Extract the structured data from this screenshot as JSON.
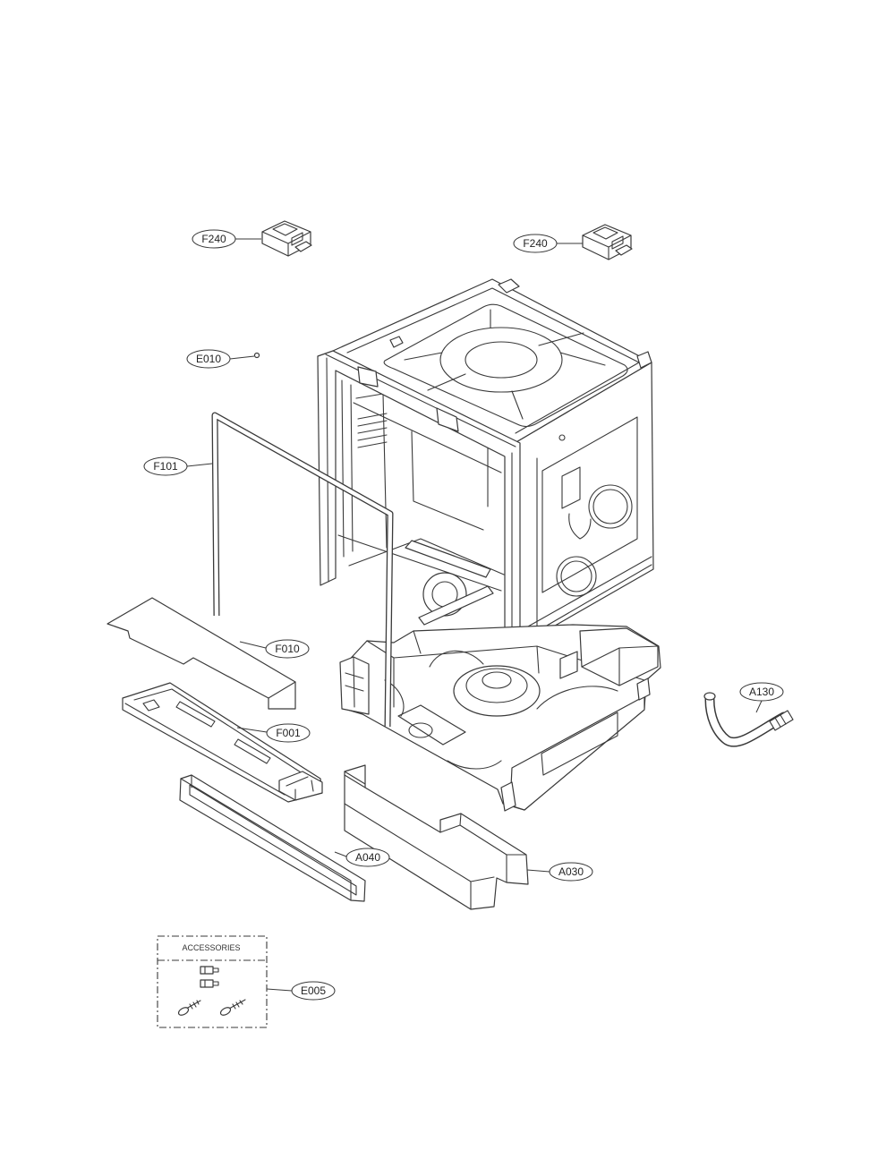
{
  "callouts": {
    "f240_left": "F240",
    "f240_right": "F240",
    "e010": "E010",
    "f101": "F101",
    "f010": "F010",
    "f001": "F001",
    "a040": "A040",
    "a030": "A030",
    "a130": "A130",
    "e005": "E005"
  },
  "accessories": {
    "title": "ACCESSORIES"
  },
  "colors": {
    "line": "#3a3a3a",
    "background": "#ffffff"
  }
}
